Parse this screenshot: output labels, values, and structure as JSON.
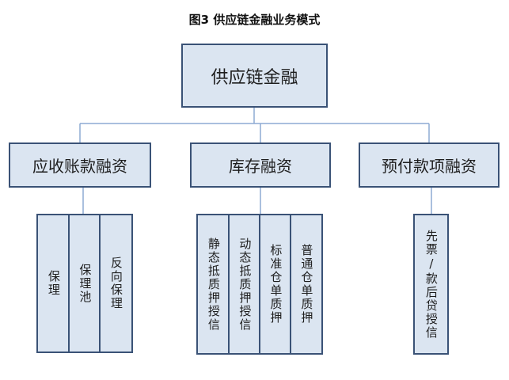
{
  "caption": "图3   供应链金融业务模式",
  "root": {
    "label": "供应链金融"
  },
  "categories": [
    {
      "label": "应收账款融资",
      "leaves": [
        "保理",
        "保理池",
        "反向保理"
      ]
    },
    {
      "label": "库存融资",
      "leaves": [
        "静态抵质押授信",
        "动态抵质押授信",
        "标准仓单质押",
        "普通仓单质押"
      ]
    },
    {
      "label": "预付款项融资",
      "leaves": [
        "先票/款后贷授信"
      ]
    }
  ],
  "colors": {
    "box_fill": "#dbe5f1",
    "box_border": "#3a5276",
    "connector": "#8eaad3"
  }
}
